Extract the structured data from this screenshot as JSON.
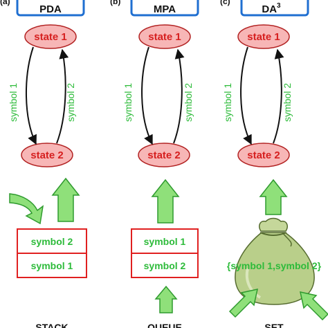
{
  "colors": {
    "box_border": "#1f6fd1",
    "state_fill": "#f7b6b6",
    "state_stroke": "#b22222",
    "state_text": "#d61f1f",
    "symbol_text": "#2dbb3a",
    "memory_border": "#e02020",
    "arrow_fill": "#8fe07a",
    "arrow_stroke": "#2e9a2e",
    "bag_fill": "#b9cf8a"
  },
  "columns": [
    {
      "panel_label": "(a)",
      "title": "PDA",
      "state_top": "state 1",
      "state_bottom": "state 2",
      "edge_down": "symbol 1",
      "edge_up": "symbol 2",
      "memory_type": "stack",
      "memory_items": [
        "symbol 2",
        "symbol 1"
      ],
      "bottom_label": "STACK"
    },
    {
      "panel_label": "(b)",
      "title": "MPA",
      "state_top": "state 1",
      "state_bottom": "state 2",
      "edge_down": "symbol 1",
      "edge_up": "symbol 2",
      "memory_type": "queue",
      "memory_items": [
        "symbol 1",
        "symbol 2"
      ],
      "bottom_label": "QUEUE"
    },
    {
      "panel_label": "(c)",
      "title": "DA",
      "title_sup": "3",
      "state_top": "state 1",
      "state_bottom": "state 2",
      "edge_down": "symbol 1",
      "edge_up": "symbol 2",
      "memory_type": "set",
      "memory_text": "{symbol 1,symbol 2}",
      "bottom_label": "SET"
    }
  ]
}
